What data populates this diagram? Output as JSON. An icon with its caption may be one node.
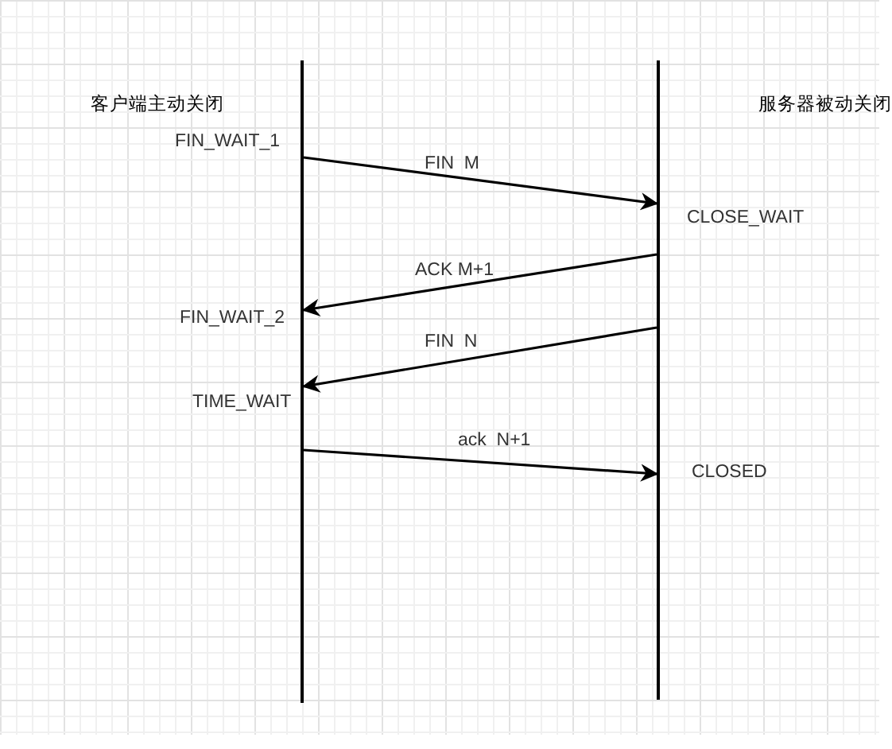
{
  "diagram": {
    "nodes": [
      {
        "text": [],
        "shape": "line"
      },
      {
        "text": [],
        "shape": "line"
      }
    ],
    "edges": [
      {
        "from": 0,
        "to": 1,
        "arrow": "to",
        "label": "FIN  M"
      },
      {
        "from": 1,
        "to": 0,
        "arrow": "to",
        "label": "ACK M+1"
      },
      {
        "from": 1,
        "to": 0,
        "arrow": "to",
        "label": "FIN  N"
      },
      {
        "from": 0,
        "to": 1,
        "arrow": "to",
        "label": "ack  N+1"
      }
    ],
    "labels": [
      "客户端主动关闭",
      "服务器被动关闭",
      "FIN_WAIT_1",
      "CLOSE_WAIT",
      "FIN_WAIT_2",
      "TIME_WAIT",
      "CLOSED"
    ]
  }
}
